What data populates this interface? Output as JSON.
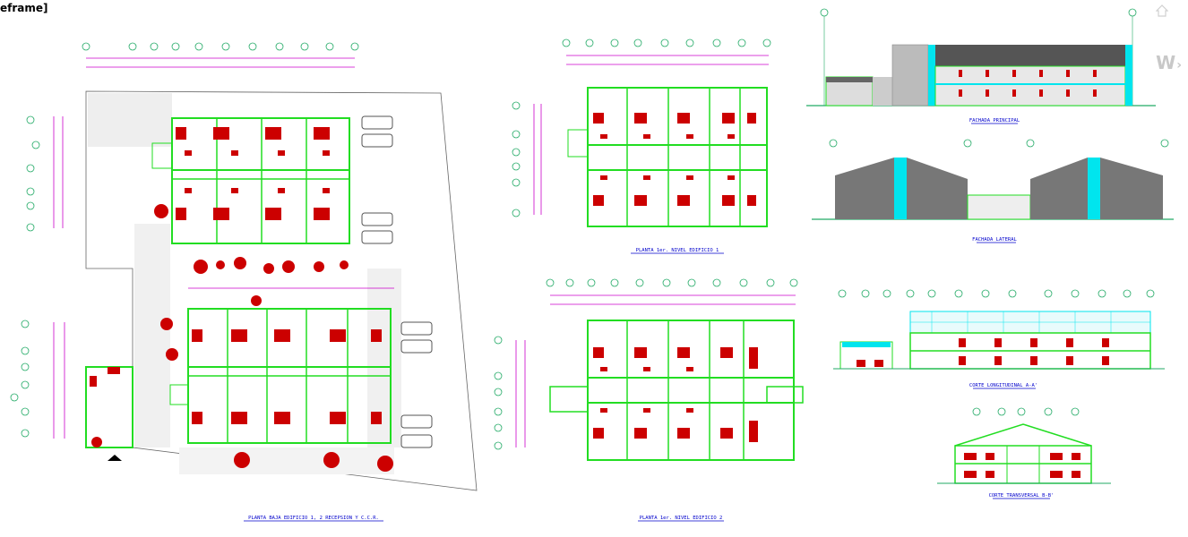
{
  "viewport_label": "eframe]",
  "watermark": "W",
  "colors": {
    "wall": "#22dd22",
    "dim": "#cc00cc",
    "axis": "#22aa66",
    "furniture": "#cc0000",
    "glass": "#00e5ee",
    "roof": "#777777",
    "title": "#0000cc"
  },
  "drawings": {
    "planta_baja": {
      "title": "PLANTA BAJA EDIFICIO 1, 2 RECEPSION Y C.C.R."
    },
    "planta_1er_nivel_1": {
      "title": "PLANTA 1er. NIVEL EDIFICIO 1"
    },
    "planta_1er_nivel_2": {
      "title": "PLANTA 1er. NIVEL EDIFICIO 2"
    },
    "fachada_principal": {
      "title": "FACHADA PRINCIPAL"
    },
    "fachada_lateral": {
      "title": "FACHADA LATERAL"
    },
    "corte_longitudinal": {
      "title": "CORTE LONGITUDINAL A-A'"
    },
    "corte_transversal": {
      "title": "CORTE TRANSVERSAL B-B'"
    }
  }
}
